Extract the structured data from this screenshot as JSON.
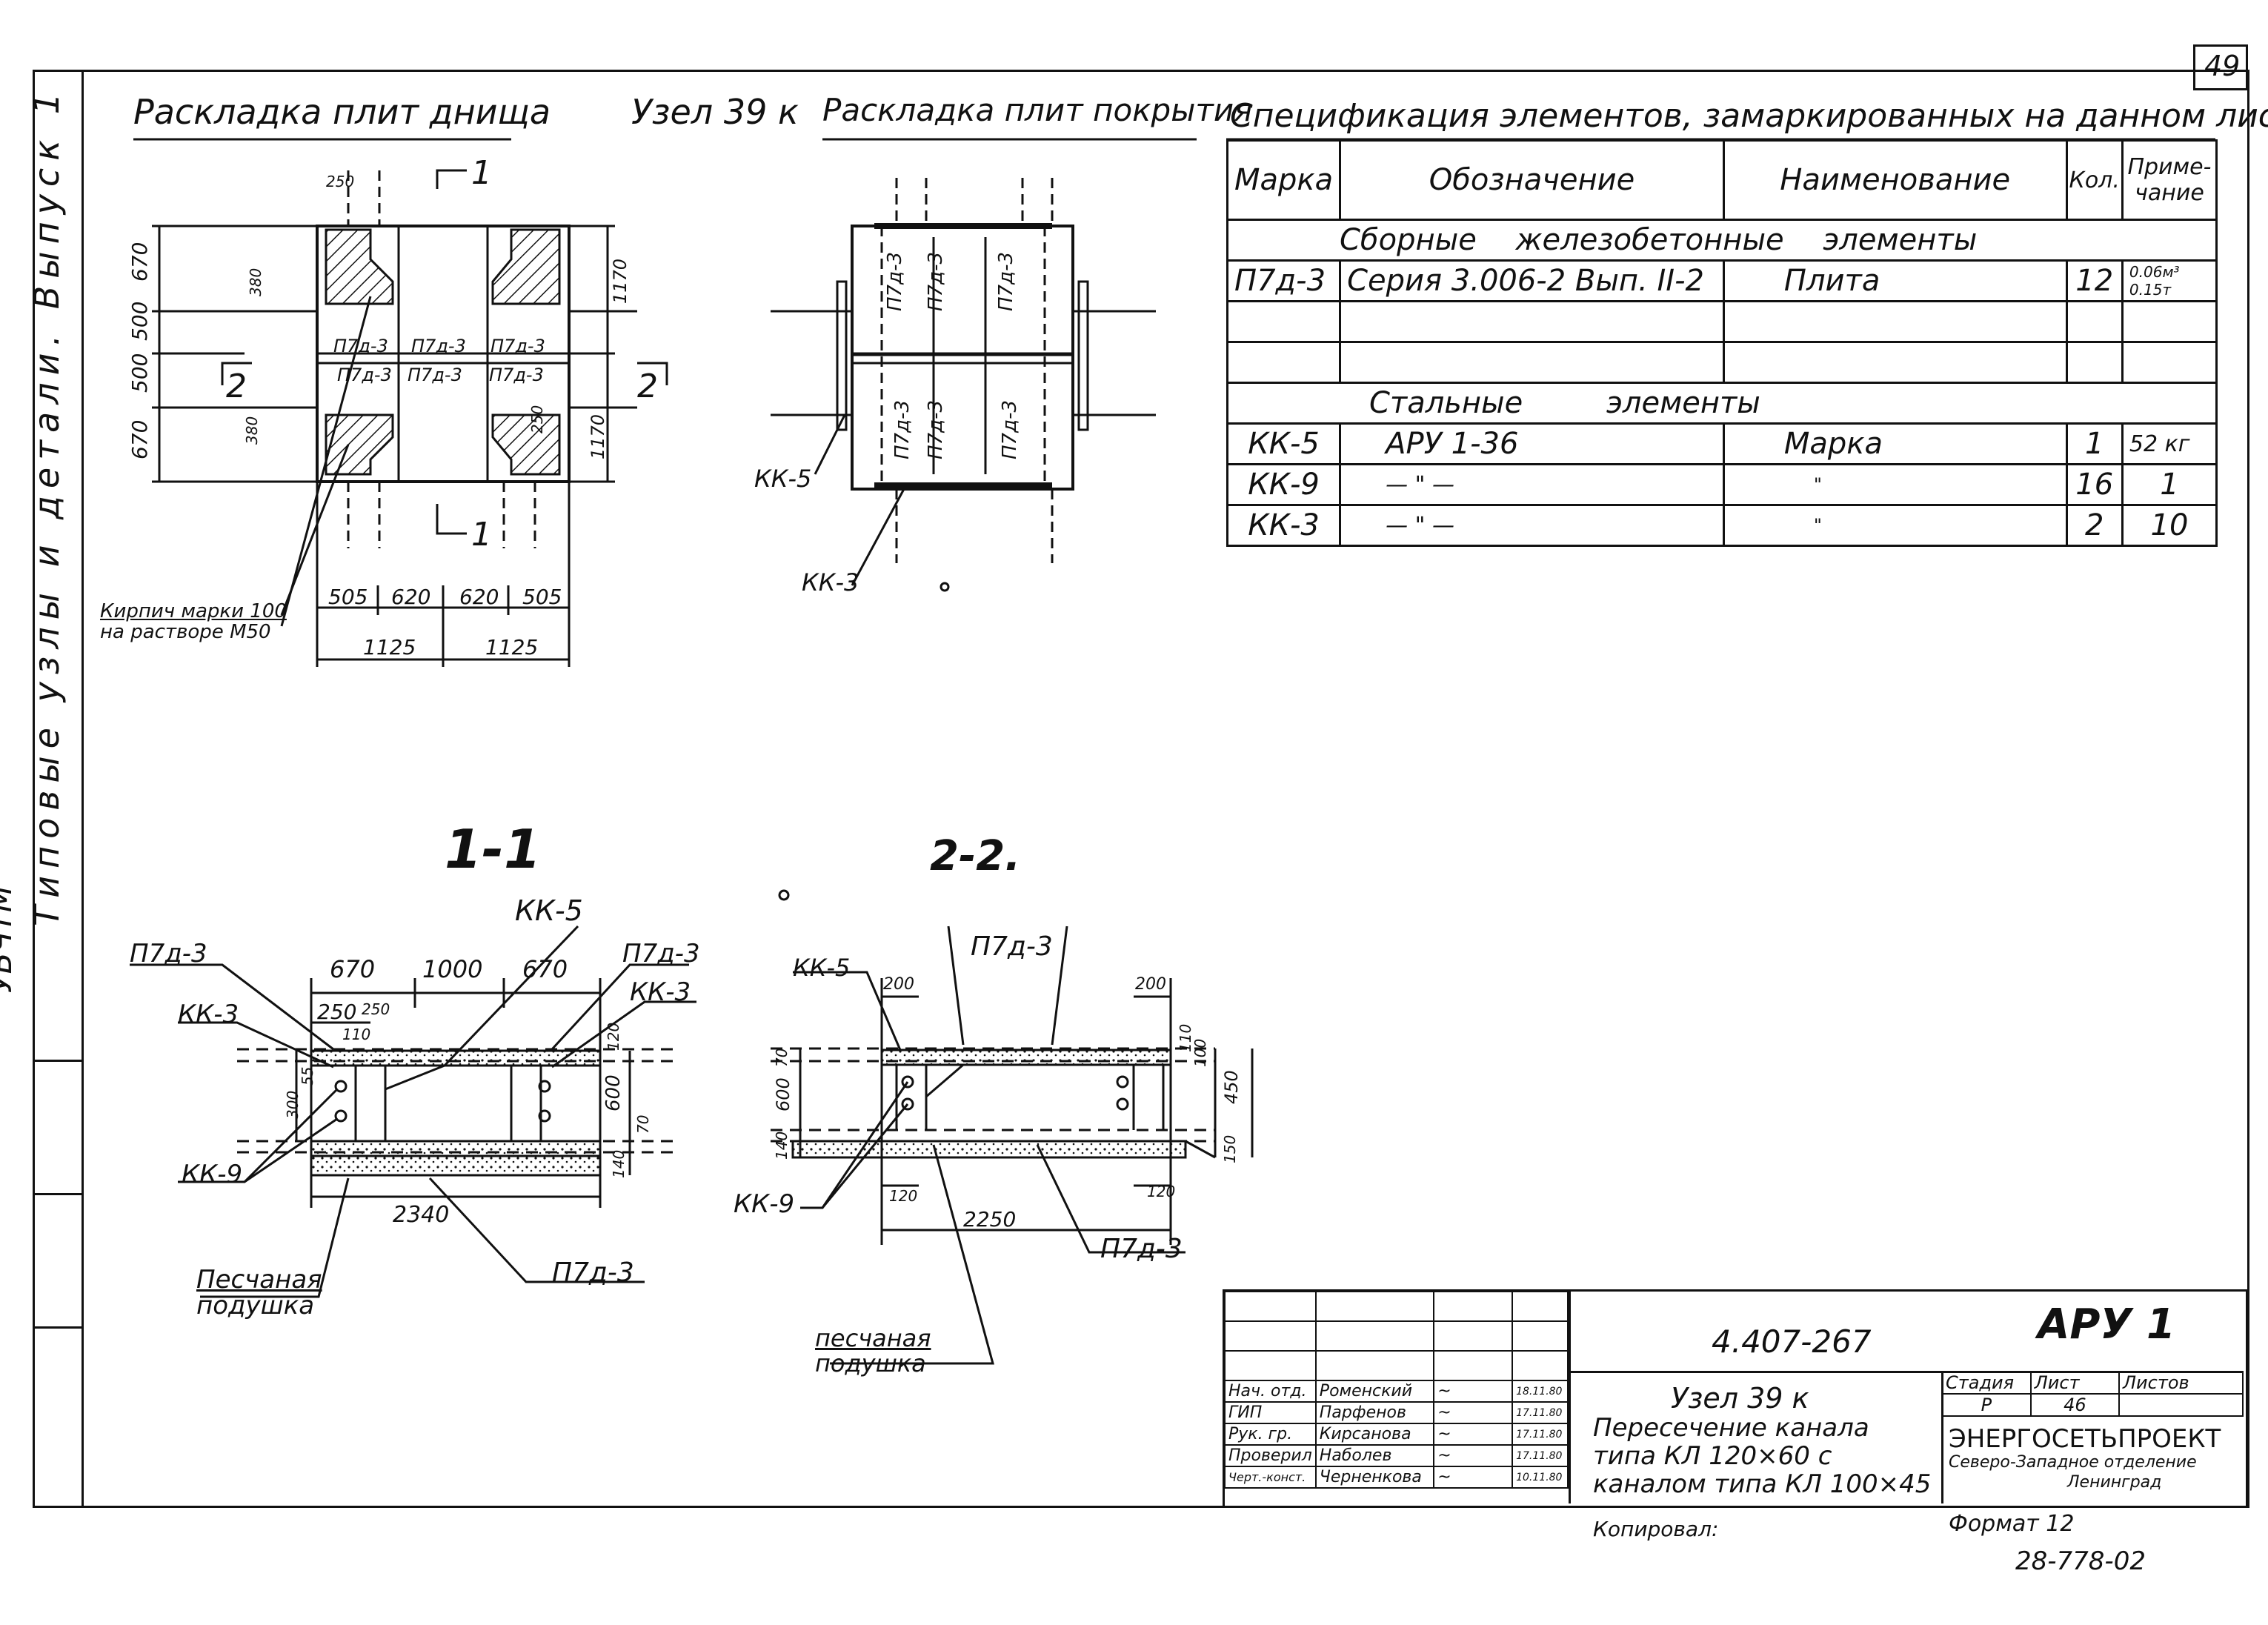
{
  "sheet_number": "49",
  "side_strip": {
    "series": "УБЧТМ",
    "text": "Типовые узлы и детали. Выпуск 1"
  },
  "views": {
    "bottom_layout": "Раскладка плит днища",
    "node": "Узел 39 к",
    "top_layout": "Раскладка плит покрытия",
    "section_1": "1-1",
    "section_2": "2-2."
  },
  "plan_labels": {
    "slab": "П7д-3",
    "cut_1": "1",
    "cut_2": "2",
    "brick_note_1": "Кирпич марки 100",
    "brick_note_2": "на растворе М50",
    "kk5": "КК-5",
    "kk3": "КК-3"
  },
  "dims_plan": {
    "d250": "250",
    "d380a": "380",
    "d380b": "380",
    "d670a": "670",
    "d500a": "500",
    "d500b": "500",
    "d670b": "670",
    "d1170a": "1170",
    "d1170b": "1170",
    "d250b": "250",
    "d505a": "505",
    "d620a": "620",
    "d620b": "620",
    "d505b": "505",
    "d1125a": "1125",
    "d1125b": "1125"
  },
  "section1": {
    "slab_left": "П7д-3",
    "slab_right": "П7д-3",
    "kk5": "КК-5",
    "kk3_left": "КК-3",
    "kk3_right": "КК-3",
    "kk9": "КК-9",
    "slab_bottom": "П7д-3",
    "sand_1": "Песчаная",
    "sand_2": "подушка",
    "d670a": "670",
    "d1000": "1000",
    "d670b": "670",
    "d250": "250",
    "d250b": "250",
    "d110": "110",
    "d2340": "2340",
    "d600": "600",
    "d70": "70",
    "d140": "140",
    "d120": "120",
    "d55": "55",
    "d300": "300"
  },
  "section2": {
    "kk5": "КК-5",
    "slab_top": "П7д-3",
    "kk9": "КК-9",
    "slab_bottom": "П7д-3",
    "sand_1": "песчаная",
    "sand_2": "подушка",
    "d200a": "200",
    "d200b": "200",
    "d2250": "2250",
    "d120a": "120",
    "d120b": "120",
    "d600": "600",
    "d70": "70",
    "d450": "450",
    "d150": "150",
    "d140": "140",
    "d100": "100",
    "d110": "110"
  },
  "spec": {
    "title": "Спецификация элементов, замаркированных на данном листе",
    "headers": {
      "mark": "Марка",
      "designation": "Обозначение",
      "name": "Наименование",
      "qty": "Кол.",
      "note": "Приме-чание"
    },
    "group_concrete": "Сборные железобетонные элементы",
    "group_steel": "Стальные элементы",
    "rows": [
      {
        "mark": "П7д-3",
        "designation": "Серия 3.006-2 Вып. II-2",
        "name": "Плита",
        "qty": "12",
        "note": "0.06м³ 0.15т"
      },
      {
        "mark": "КК-5",
        "designation": "АРУ 1-36",
        "name": "Марка",
        "qty": "1",
        "note": "52 кг"
      },
      {
        "mark": "КК-9",
        "designation": "— \" —",
        "name": "\"",
        "qty": "16",
        "note": "1"
      },
      {
        "mark": "КК-3",
        "designation": "— \" —",
        "name": "\"",
        "qty": "2",
        "note": "10"
      }
    ]
  },
  "title_block": {
    "doc_code": "4.407-267",
    "sheet_code": "АРУ 1",
    "title_lines": [
      "Узел 39 к",
      "Пересечение канала",
      "типа КЛ 120×60 с",
      "каналом типа КЛ 100×45"
    ],
    "stage_label": "Стадия",
    "sheet_label": "Лист",
    "sheets_label": "Листов",
    "stage": "Р",
    "sheet": "46",
    "org_1": "ЭНЕРГОСЕТЬПРОЕКТ",
    "org_2": "Северо-Западное отделение",
    "org_3": "Ленинград",
    "signers": [
      {
        "role": "Нач. отд.",
        "name": "Роменский",
        "date": "18.11.80"
      },
      {
        "role": "ГИП",
        "name": "Парфенов",
        "date": "17.11.80"
      },
      {
        "role": "Рук. гр.",
        "name": "Кирсанова",
        "date": "17.11.80"
      },
      {
        "role": "Проверил",
        "name": "Наболев",
        "date": "17.11.80"
      },
      {
        "role": "Черт.-конст.",
        "name": "Черненкова",
        "date": "10.11.80"
      }
    ],
    "copied": "Копировал:",
    "format": "Формат 12",
    "stamp": "28-778-02"
  }
}
